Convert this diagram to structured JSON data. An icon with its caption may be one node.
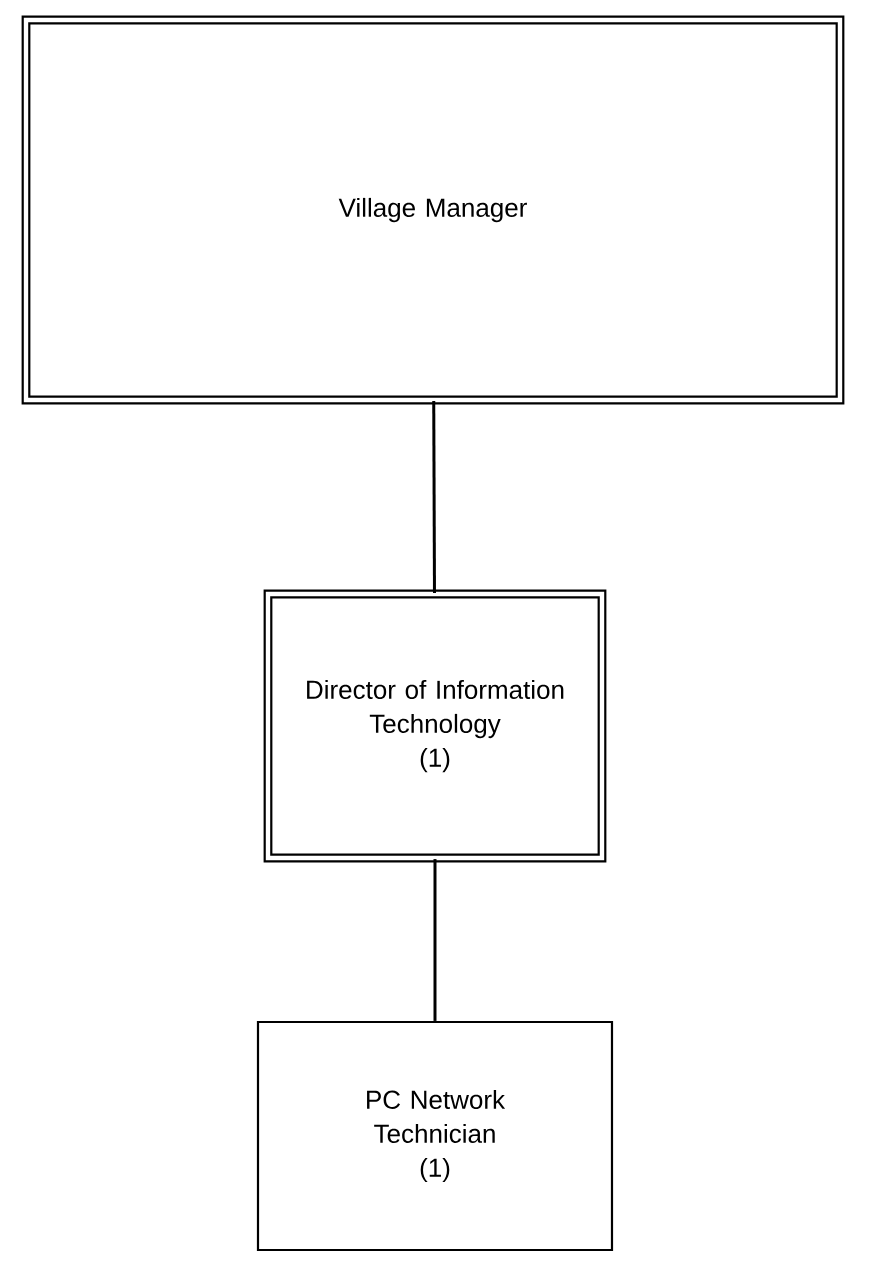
{
  "diagram": {
    "nodes": [
      {
        "text": [
          "Village Manager"
        ]
      },
      {
        "text": [
          "Director of Information Technology",
          "(1)"
        ]
      },
      {
        "text": [
          "PC Network Technician",
          "(1)"
        ]
      }
    ],
    "edges": [
      {
        "from": 0,
        "to": 1,
        "arrow": "none"
      },
      {
        "from": 1,
        "to": 2,
        "arrow": "none"
      }
    ]
  }
}
